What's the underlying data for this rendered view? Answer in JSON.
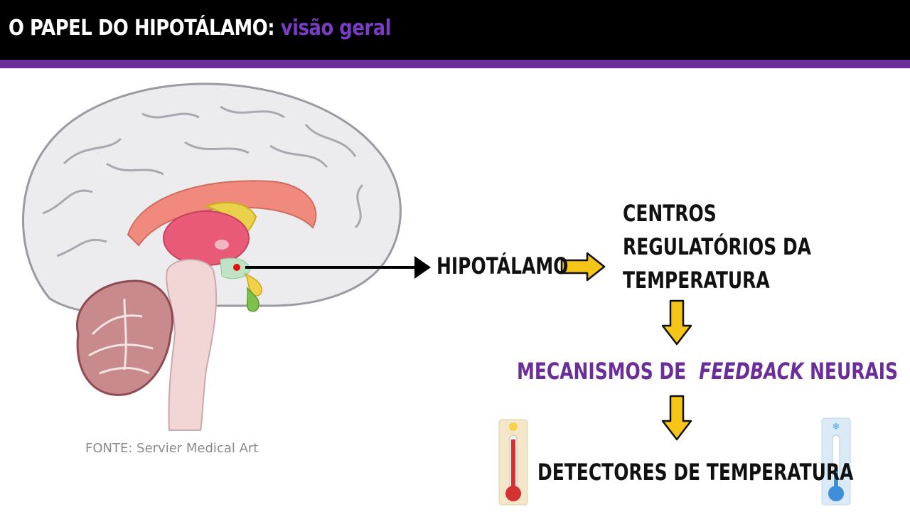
{
  "header": {
    "title_main": "O PAPEL DO HIPOTÁLAMO:",
    "title_accent": "visão geral"
  },
  "diagram": {
    "hypothalamus": "HIPOTÁLAMO",
    "centers": [
      "CENTROS",
      "REGULATÓRIOS DA",
      "TEMPERATURA"
    ],
    "feedback_prefix": "MECANISMOS DE",
    "feedback_italic": "FEEDBACK",
    "feedback_suffix": "NEURAIS",
    "detectors": "DETECTORES DE TEMPERATURA"
  },
  "source": "FONTE: Servier Medical Art",
  "colors": {
    "accent": "#6b2d9a",
    "arrow_fill": "#f5c518",
    "marker": "#e01010"
  },
  "icons": [
    "brain-illustration",
    "thermometer-hot-icon",
    "thermometer-cold-icon",
    "sun-icon",
    "snowflake-icon"
  ]
}
